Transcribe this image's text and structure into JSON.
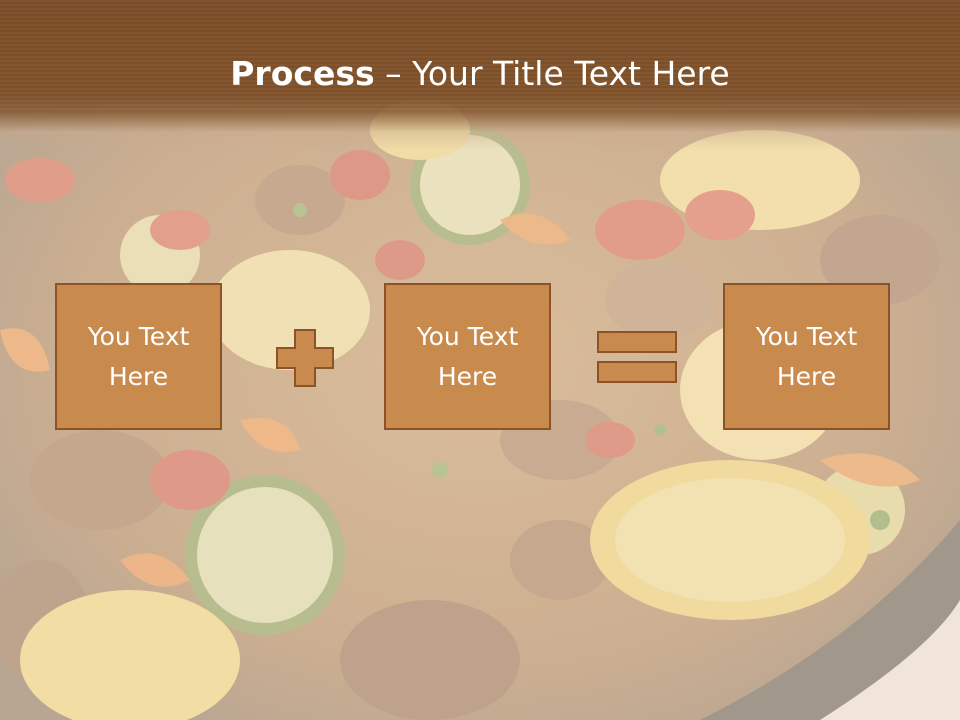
{
  "slide": {
    "title_bold": "Process",
    "title_dash": " – ",
    "title_rest": "Your Title Text Here",
    "box_1_text": "You Text Here",
    "box_2_text": "You Text Here",
    "box_3_text": "You Text Here",
    "operator_1": "plus-icon",
    "operator_2": "equals-icon"
  },
  "colors": {
    "title_bar": "#7f522a",
    "box_fill": "#c98a4e",
    "box_border": "#8b5327",
    "text": "#ffffff"
  },
  "background_photo": "vegetable stir-fry in a pan (zucchini, squash, peppers, mushrooms)"
}
